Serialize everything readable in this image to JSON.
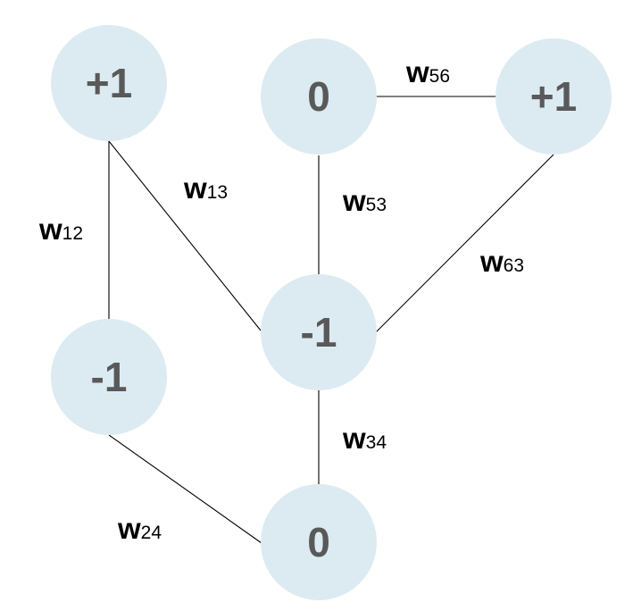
{
  "nodes": [
    {
      "id": "n1",
      "label": "+1"
    },
    {
      "id": "n2",
      "label": "-1"
    },
    {
      "id": "n3",
      "label": "-1"
    },
    {
      "id": "n4",
      "label": "0"
    },
    {
      "id": "n5",
      "label": "0"
    },
    {
      "id": "n6",
      "label": "+1"
    }
  ],
  "edges": [
    {
      "id": "e12",
      "from": "n1",
      "to": "n2",
      "weight": {
        "symbol": "w",
        "index": "12"
      }
    },
    {
      "id": "e13",
      "from": "n1",
      "to": "n3",
      "weight": {
        "symbol": "w",
        "index": "13"
      }
    },
    {
      "id": "e56",
      "from": "n5",
      "to": "n6",
      "weight": {
        "symbol": "w",
        "index": "56"
      }
    },
    {
      "id": "e53",
      "from": "n5",
      "to": "n3",
      "weight": {
        "symbol": "w",
        "index": "53"
      }
    },
    {
      "id": "e63",
      "from": "n6",
      "to": "n3",
      "weight": {
        "symbol": "w",
        "index": "63"
      }
    },
    {
      "id": "e34",
      "from": "n3",
      "to": "n4",
      "weight": {
        "symbol": "w",
        "index": "34"
      }
    },
    {
      "id": "e24",
      "from": "n2",
      "to": "n4",
      "weight": {
        "symbol": "w",
        "index": "24"
      }
    }
  ],
  "colors": {
    "node_fill": "#dcebf1",
    "node_text": "#595959",
    "edge": "#000000",
    "weight_text": "#000000"
  }
}
